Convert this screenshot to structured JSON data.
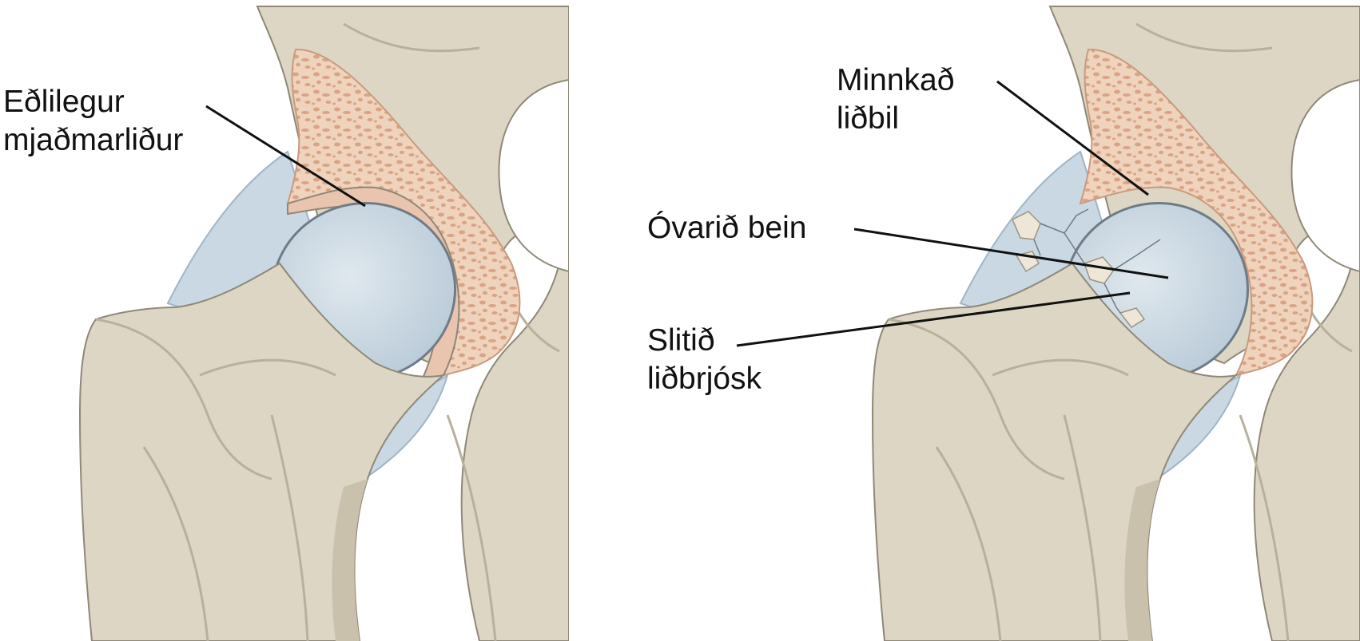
{
  "panels": [
    {
      "name": "normal-joint",
      "labels": [
        {
          "lines": [
            "Eðlilegur",
            "mjaðmarliður"
          ]
        }
      ]
    },
    {
      "name": "osteoarthritic-joint",
      "labels": [
        {
          "lines": [
            "Minnkað",
            "liðbil"
          ]
        },
        {
          "lines": [
            "Óvarið bein"
          ]
        },
        {
          "lines": [
            "Slitið",
            "liðbrjósk"
          ]
        }
      ]
    }
  ],
  "colors": {
    "bone": "#ddd6c4",
    "bone_shadow": "#c9c1ac",
    "bone_outline": "#8f8878",
    "cartilage": "#c9d8e3",
    "cartilage_edge": "#9fb5c6",
    "spongy_bone": "#efcfb8",
    "spongy_pores": "#dca98a",
    "exposed_bone": "#eee6d6",
    "leader_line": "#111111"
  }
}
